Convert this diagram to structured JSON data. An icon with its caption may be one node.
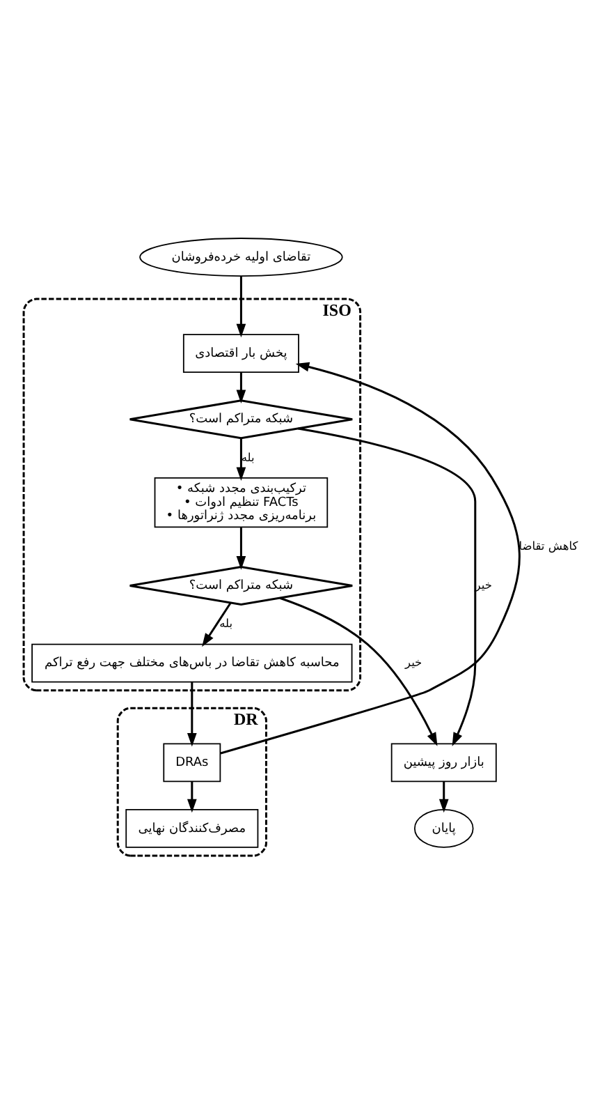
{
  "diagram": {
    "nodes": [
      {
        "text": [
          "تقاضای اولیه خرده‌فروشان"
        ]
      },
      {
        "text": [
          "ISO"
        ]
      },
      {
        "text": [
          "پخش بار اقتصادی"
        ],
        "in": 1
      },
      {
        "text": [
          "شبکه متراکم است؟"
        ],
        "in": 1
      },
      {
        "text": [
          "• ترکیب‌بندی مجدد شبکه",
          "• تنظیم ادوات FACTs",
          "• برنامه‌ریزی مجدد ژنراتورها"
        ],
        "in": 1
      },
      {
        "text": [
          "شبکه متراکم است؟"
        ],
        "in": 1
      },
      {
        "text": [
          "محاسبه کاهش تقاضا در باس‌های مختلف جهت رفع تراکم"
        ],
        "in": 1
      },
      {
        "text": [
          "DR"
        ]
      },
      {
        "text": [
          "DRAs"
        ],
        "in": 7
      },
      {
        "text": [
          "مصرف‌کنندگان نهایی"
        ],
        "in": 7
      },
      {
        "text": [
          "بازار روز پیشین"
        ]
      },
      {
        "text": [
          "پایان"
        ]
      }
    ],
    "edges": [
      {
        "from": 0,
        "to": 2,
        "arrow": "to"
      },
      {
        "from": 2,
        "to": 3,
        "arrow": "to"
      },
      {
        "from": 3,
        "to": 4,
        "arrow": "to",
        "label": "بله"
      },
      {
        "from": 3,
        "to": 10,
        "arrow": "to",
        "label": "خیر"
      },
      {
        "from": 4,
        "to": 5,
        "arrow": "to"
      },
      {
        "from": 5,
        "to": 10,
        "arrow": "to",
        "label": "خیر"
      },
      {
        "from": 5,
        "to": 6,
        "arrow": "to",
        "label": "بله"
      },
      {
        "from": 6,
        "to": 8,
        "arrow": "to"
      },
      {
        "from": 8,
        "to": 2,
        "arrow": "to",
        "label": "کاهش تقاضا"
      },
      {
        "from": 8,
        "to": 9,
        "arrow": "to"
      },
      {
        "from": 10,
        "to": 11,
        "arrow": "to"
      }
    ]
  }
}
